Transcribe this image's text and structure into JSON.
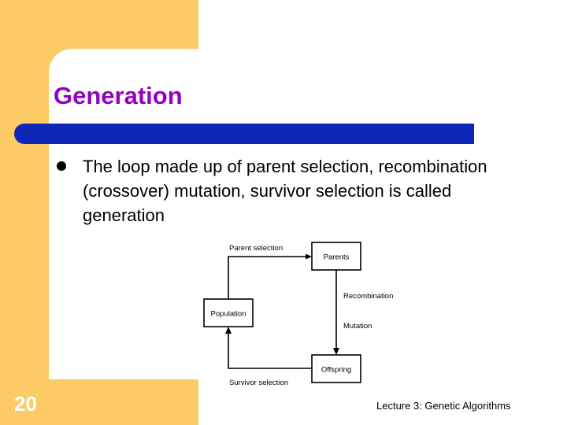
{
  "slide": {
    "title": "Generation",
    "page_number": "20",
    "footer_note": "Lecture 3: Genetic Algorithms",
    "bullets": [
      "The loop made up of parent selection, recombination (crossover) mutation, survivor selection is called generation"
    ]
  },
  "theme": {
    "accent_yellow": "#fccb66",
    "title_purple": "#9400c4",
    "bar_blue": "#0f27b7",
    "body_black": "#000000",
    "panel_white": "#ffffff"
  },
  "diagram": {
    "type": "flowchart",
    "nodes": [
      {
        "id": "population",
        "label": "Population"
      },
      {
        "id": "parents",
        "label": "Parents"
      },
      {
        "id": "offspring",
        "label": "Offspring"
      }
    ],
    "edges": [
      {
        "from": "population",
        "to": "parents",
        "label": "Parent selection"
      },
      {
        "from": "parents",
        "to": "offspring",
        "label": "Recombination"
      },
      {
        "from": "parents",
        "to": "offspring",
        "label2": "Mutation"
      },
      {
        "from": "offspring",
        "to": "population",
        "label": "Survivor selection"
      }
    ],
    "labels": {
      "parent_selection": "Parent selection",
      "recombination": "Recombination",
      "mutation": "Mutation",
      "survivor_selection": "Survivor selection",
      "population": "Population",
      "parents": "Parents",
      "offspring": "Offspring"
    }
  }
}
